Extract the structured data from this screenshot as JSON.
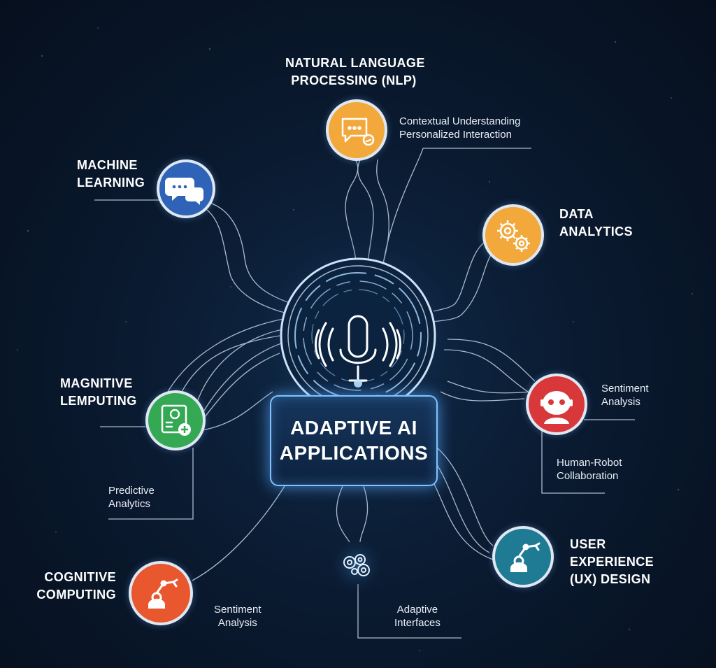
{
  "center": {
    "line1": "ADAPTIVE AI",
    "line2": "APPLICATIONS"
  },
  "nodes": {
    "nlp": {
      "title": [
        "NATURAL LANGUAGE",
        "PROCESSING (NLP)"
      ],
      "notes": [
        "Contextual Understanding",
        "Personalized Interaction"
      ],
      "color": "#f2a83a",
      "icon": "chat-bubble-icon"
    },
    "ml": {
      "title": [
        "MACHINE",
        "LEARNING"
      ],
      "color": "#2f63b8",
      "icon": "speech-bubbles-icon"
    },
    "data": {
      "title": [
        "DATA",
        "ANALYTICS"
      ],
      "color": "#f2a83a",
      "icon": "gears-icon"
    },
    "magnitive": {
      "title": [
        "MAGNITIVE",
        "LEMPUTING"
      ],
      "note": [
        "Predictive",
        "Analytics"
      ],
      "color": "#34a853",
      "icon": "document-add-icon"
    },
    "sentiment_right": {
      "note": [
        "Sentiment",
        "Analysis"
      ],
      "note2": [
        "Human-Robot",
        "Collaboration"
      ],
      "color": "#d9383a",
      "icon": "robot-face-icon"
    },
    "ux": {
      "title": [
        "USER",
        "EXPERIENCE",
        "(UX) DESIGN"
      ],
      "color": "#1f7a94",
      "icon": "robot-arm-icon"
    },
    "cognitive": {
      "title": [
        "COGNITIVE",
        "COMPUTING"
      ],
      "note": [
        "Sentiment",
        "Analysis"
      ],
      "color": "#e8572e",
      "icon": "robot-arm-icon"
    },
    "adaptive_interfaces": {
      "note": [
        "Adaptive",
        "Interfaces"
      ],
      "icon": "gears-icon"
    }
  },
  "accent_glow": "#5fb6ff",
  "microphone_icon": "microphone-icon"
}
